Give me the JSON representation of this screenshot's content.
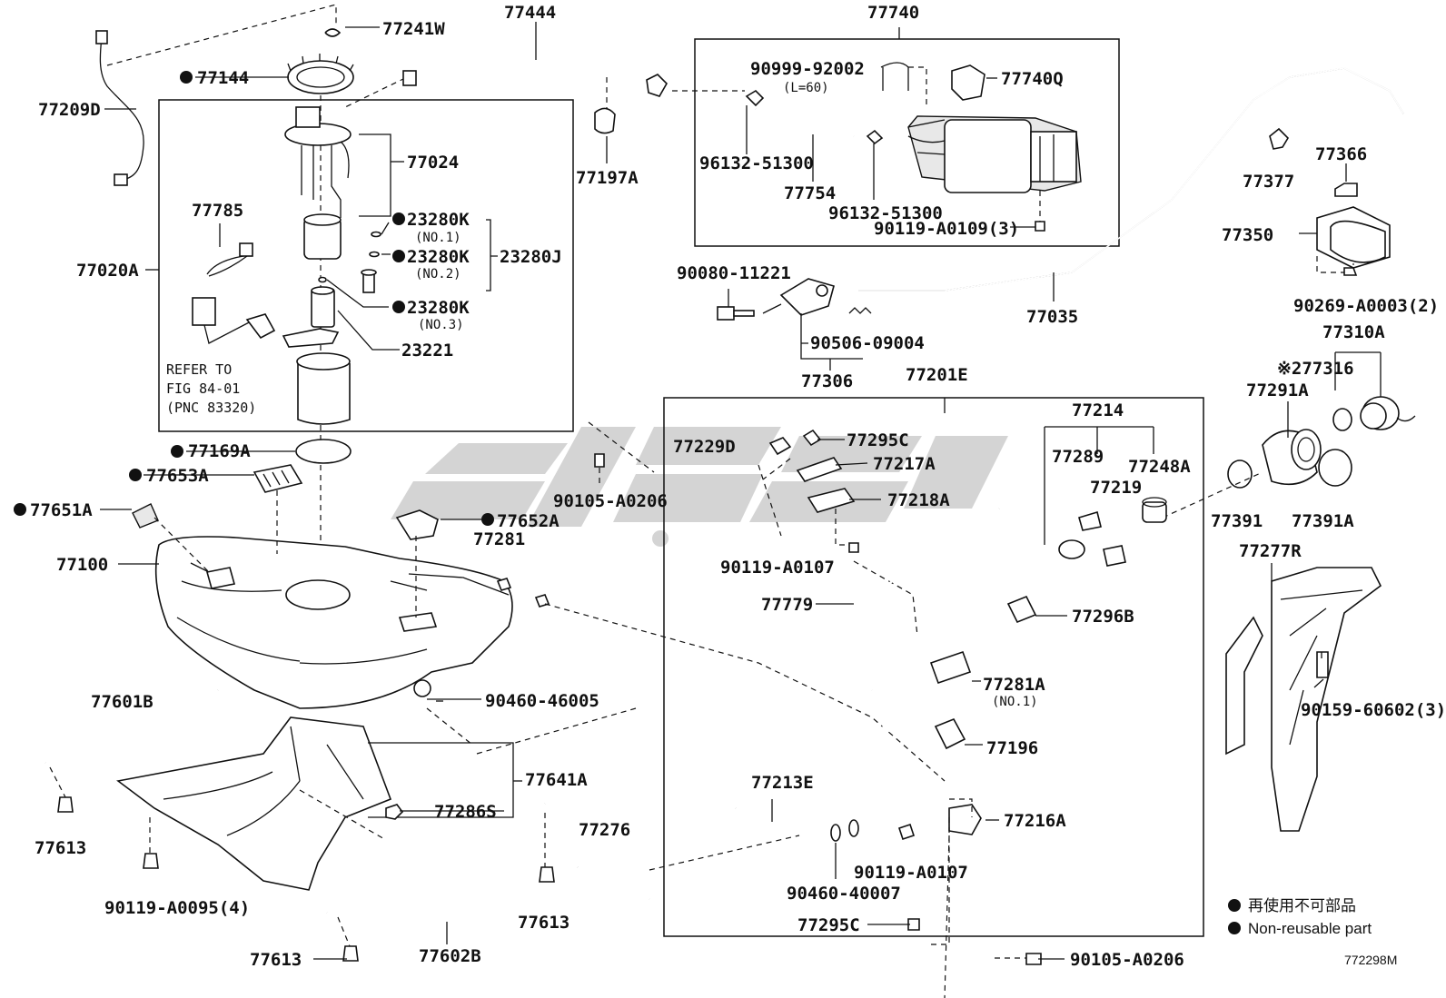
{
  "labels": {
    "p77444": "77444",
    "p77740": "77740",
    "p77241W": "77241W",
    "p77144": "77144",
    "p77209D": "77209D",
    "p77024": "77024",
    "p77197A": "77197A",
    "p90999": "90999-92002",
    "p90999sub": "(L=60)",
    "p77740Q": "77740Q",
    "p96132a": "96132-51300",
    "p77754": "77754",
    "p96132b": "96132-51300",
    "p90119a": "90119-A0109(3)",
    "p77377": "77377",
    "p77366": "77366",
    "p77350": "77350",
    "p90269": "90269-A0003(2)",
    "p77785": "77785",
    "p23280K1": "23280K",
    "p23280K1sub": "(NO.1)",
    "p23280K2": "23280K",
    "p23280K2sub": "(NO.2)",
    "p23280J": "23280J",
    "p23280K3": "23280K",
    "p23280K3sub": "(NO.3)",
    "p23221": "23221",
    "p77020A": "77020A",
    "p90080": "90080-11221",
    "p90506": "90506-09004",
    "p77306": "77306",
    "p77035": "77035",
    "p77310A": "77310A",
    "p77316": "※277316",
    "p77291A": "77291A",
    "p77201E": "77201E",
    "p77214": "77214",
    "p77169A": "77169A",
    "p77653A": "77653A",
    "p77651A": "77651A",
    "p77652A": "77652A",
    "p77281": "77281",
    "p90105a": "90105-A0206",
    "p77229D": "77229D",
    "p77295Ca": "77295C",
    "p77217A": "77217A",
    "p77218A": "77218A",
    "p77289": "77289",
    "p77219": "77219",
    "p77248A": "77248A",
    "p77391": "77391",
    "p77391A": "77391A",
    "p77100": "77100",
    "p90119b": "90119-A0107",
    "p77779": "77779",
    "p77296B": "77296B",
    "p77277R": "77277R",
    "p77281A": "77281A",
    "p77281Asub": "(NO.1)",
    "p90159": "90159-60602(3)",
    "p77601B": "77601B",
    "p90460a": "90460-46005",
    "p77196": "77196",
    "p77641A": "77641A",
    "p77213E": "77213E",
    "p77216A": "77216A",
    "p77286S": "77286S",
    "p77276": "77276",
    "p77613a": "77613",
    "p90119c": "90119-A0095(4)",
    "p90119d": "90119-A0107",
    "p90460b": "90460-40007",
    "p77613b": "77613",
    "p77295Cb": "77295C",
    "p77613c": "77613",
    "p77602B": "77602B",
    "p90105b": "90105-A0206"
  },
  "refer_note": {
    "line1": "REFER TO",
    "line2": "FIG 84-01",
    "line3": "(PNC 83320)"
  },
  "legend": {
    "line1": "再使用不可部品",
    "line2": "Non-reusable part"
  },
  "figure_id": "772298M",
  "colors": {
    "ink": "#111111",
    "watermark": "#c9c9c9"
  }
}
